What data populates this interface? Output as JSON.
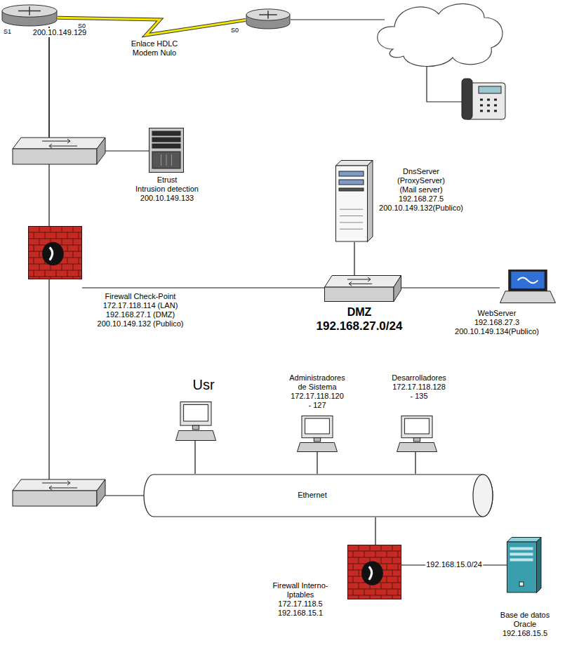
{
  "diagram": {
    "nodes": [
      {
        "text": [
          "S1",
          "S0",
          "200.10.149.129"
        ]
      },
      {
        "text": [
          "S0"
        ]
      },
      {
        "text": [
          "Etrust",
          "Intrusion detection",
          "200.10.149.133"
        ]
      },
      {
        "text": [
          "DnsServer",
          "(ProxyServer)",
          "(Mail server)",
          "192.168.27.5",
          "200.10.149.132(Publico)"
        ]
      },
      {
        "text": [
          "Firewall Check-Point",
          "172.17.118.114 (LAN)",
          "192.168.27.1 (DMZ)",
          "200.10.149.132 (Publico)"
        ]
      },
      {
        "text": [
          "DMZ",
          "192.168.27.0/24"
        ]
      },
      {
        "text": [
          "WebServer",
          "192.168.27.3",
          "200.10.149.134(Publico)"
        ]
      },
      {
        "text": [
          "Usr"
        ]
      },
      {
        "text": [
          "Administradores de Sistema",
          "172.17.118.120 - 127"
        ]
      },
      {
        "text": [
          "Desarrolladores",
          "172.17.118.128 - 135"
        ]
      },
      {
        "text": [
          "Ethernet"
        ]
      },
      {
        "text": [
          "Firewall Interno- Iptables",
          "172.17.118.5",
          "192.168.15.1"
        ]
      },
      {
        "text": [
          "Base de datos Oracle",
          "192.168.15.5"
        ]
      }
    ],
    "edges": [
      {
        "from": 0,
        "to": 1,
        "arrow": "none",
        "label": "Enlace HDLC Modem Nulo"
      },
      {
        "from": 0,
        "to": 2,
        "arrow": "none"
      },
      {
        "from": 0,
        "to": 4,
        "arrow": "none"
      },
      {
        "from": 4,
        "to": 5,
        "arrow": "none"
      },
      {
        "from": 4,
        "to": 10,
        "arrow": "none"
      },
      {
        "from": 3,
        "to": 5,
        "arrow": "none"
      },
      {
        "from": 5,
        "to": 6,
        "arrow": "none"
      },
      {
        "from": 7,
        "to": 10,
        "arrow": "none"
      },
      {
        "from": 8,
        "to": 10,
        "arrow": "none"
      },
      {
        "from": 9,
        "to": 10,
        "arrow": "none"
      },
      {
        "from": 10,
        "to": 11,
        "arrow": "none"
      },
      {
        "from": 11,
        "to": 12,
        "arrow": "none",
        "label": "192.168.15.0/24"
      }
    ]
  }
}
